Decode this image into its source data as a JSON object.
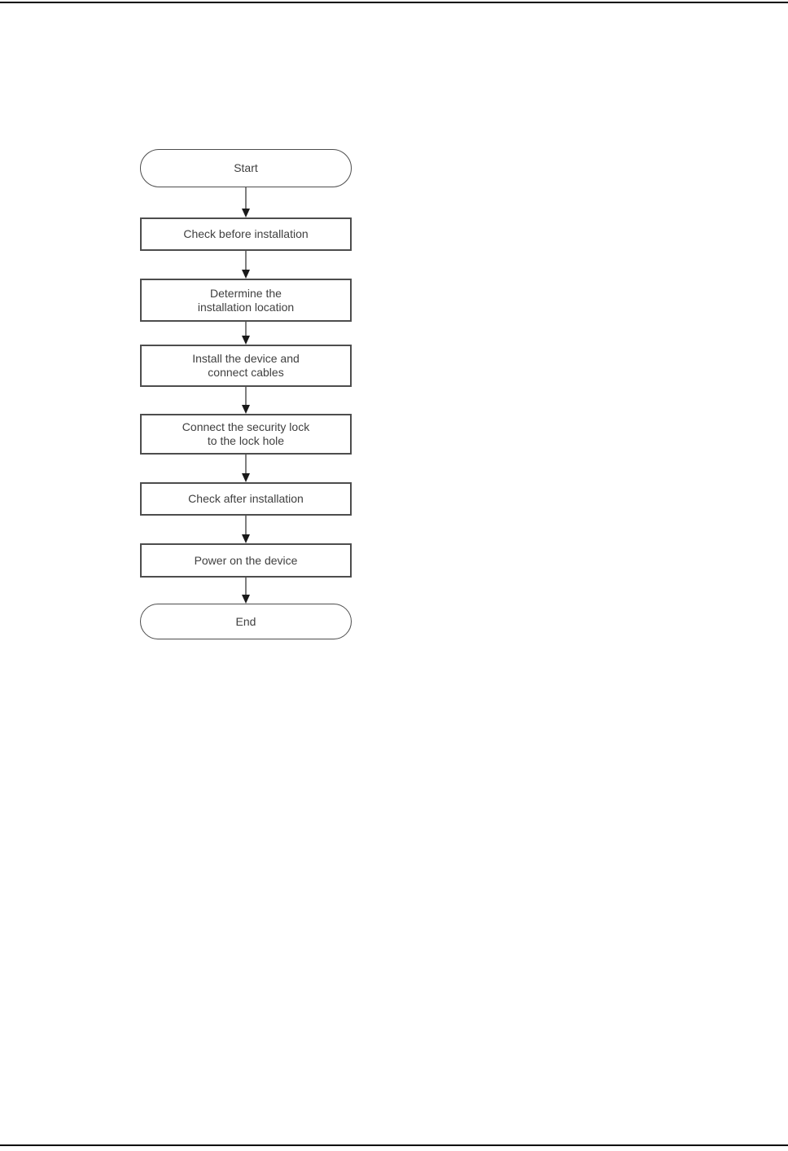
{
  "page": {
    "background": "#ffffff"
  },
  "flowchart": {
    "type": "flowchart",
    "direction": "top-to-bottom",
    "nodes": [
      {
        "id": "start",
        "type": "terminator",
        "label": "Start"
      },
      {
        "id": "check-before-installation",
        "type": "process",
        "label": "Check before installation"
      },
      {
        "id": "determine-installation-location",
        "type": "process",
        "label": "Determine the\ninstallation location"
      },
      {
        "id": "install-device-connect-cables",
        "type": "process",
        "label": "Install the device and\nconnect cables"
      },
      {
        "id": "connect-security-lock",
        "type": "process",
        "label": "Connect the security lock\nto the lock hole"
      },
      {
        "id": "check-after-installation",
        "type": "process",
        "label": "Check after installation"
      },
      {
        "id": "power-on-device",
        "type": "process",
        "label": "Power on the device"
      },
      {
        "id": "end",
        "type": "terminator",
        "label": "End"
      }
    ],
    "edges": [
      [
        "start",
        "check-before-installation"
      ],
      [
        "check-before-installation",
        "determine-installation-location"
      ],
      [
        "determine-installation-location",
        "install-device-connect-cables"
      ],
      [
        "install-device-connect-cables",
        "connect-security-lock"
      ],
      [
        "connect-security-lock",
        "check-after-installation"
      ],
      [
        "check-after-installation",
        "power-on-device"
      ],
      [
        "power-on-device",
        "end"
      ]
    ],
    "colors": {
      "shape_border": "#4d4d4d",
      "shape_fill": "#ffffff",
      "text": "#404040",
      "arrow_line": "#7f7f7f",
      "arrow_head": "#1a1a1a",
      "page_rule": "#000000"
    }
  }
}
